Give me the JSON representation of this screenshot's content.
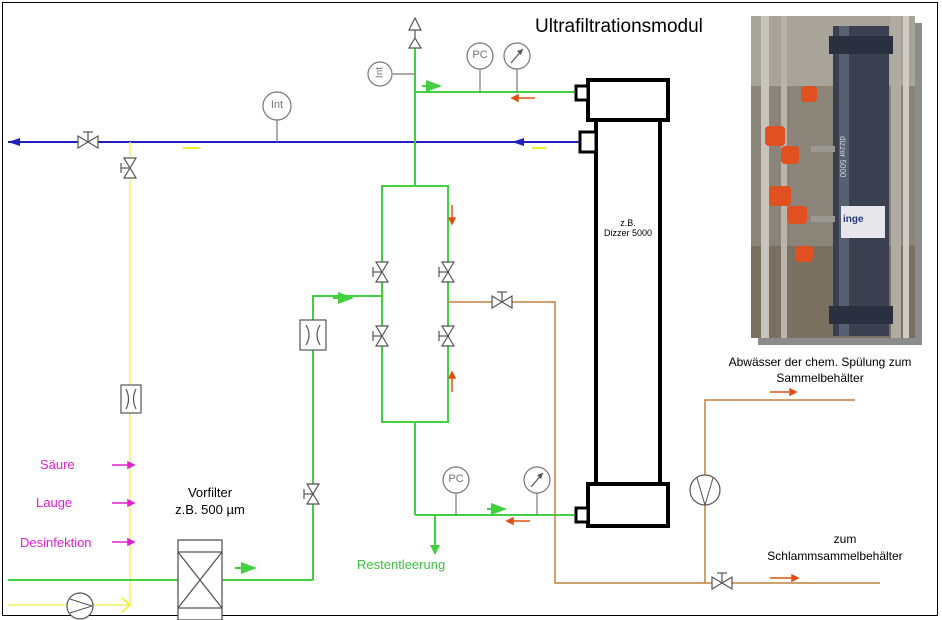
{
  "title": "Ultrafiltrationsmodul",
  "module_label": [
    "z.B.",
    "Dizzer 5000"
  ],
  "chemicals": [
    "Säure",
    "Lauge",
    "Desinfektion"
  ],
  "prefilter_label": [
    "Vorfilter",
    "z.B. 500 µm"
  ],
  "drain_label": "Restentleerung",
  "waste_label": [
    "Abwässer der chem. Spülung zum",
    "Sammelbehälter"
  ],
  "sludge_label": [
    "zum",
    "Schlammsammelbehälter"
  ],
  "instruments": {
    "int": "Int",
    "pc": "PC"
  },
  "photo_text": {
    "brand": "inge",
    "model": "dizzer 5000"
  },
  "colors": {
    "blue_line": "#2020c0",
    "green_line": "#40d040",
    "yellow_line": "#f0f060",
    "brown_line": "#c08040",
    "orange_arrow": "#e05010",
    "magenta": "#e020d0"
  }
}
